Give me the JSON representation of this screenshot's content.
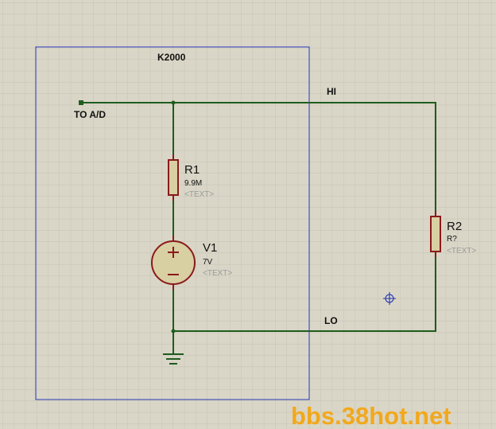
{
  "box_label": "K2000",
  "net_labels": {
    "hi": "HI",
    "lo": "LO",
    "to_ad": "TO A/D"
  },
  "r1": {
    "name": "R1",
    "value": "9.9M",
    "text": "<TEXT>"
  },
  "v1": {
    "name": "V1",
    "value": "7V",
    "text": "<TEXT>"
  },
  "r2": {
    "name": "R2",
    "value": "R?",
    "text": "<TEXT>"
  },
  "watermark": "bbs.38hot.net",
  "colors": {
    "background": "#d9d6c7",
    "grid": "#c6c3b3",
    "wire": "#1f5c1f",
    "component": "#8b1a1a",
    "component_fill": "#d8cfa3",
    "box": "#2b35b8",
    "cursor": "#1a2eb0",
    "watermark": "#f2a81c"
  }
}
